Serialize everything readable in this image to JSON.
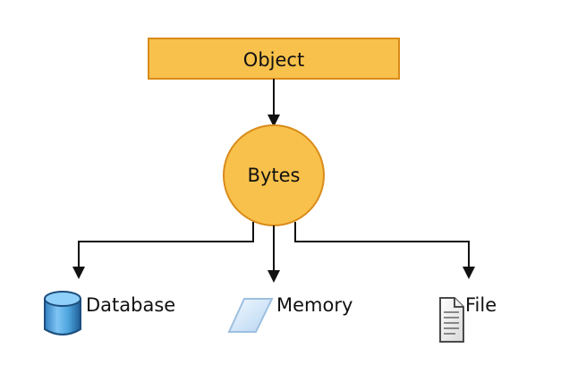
{
  "diagram": {
    "object_label": "Object",
    "bytes_label": "Bytes",
    "targets": {
      "database_label": "Database",
      "memory_label": "Memory",
      "file_label": "File"
    }
  },
  "colors": {
    "node_fill": "#f8c14b",
    "node_border": "#d98b19",
    "arrow": "#111111",
    "database_icon_fill": "#4fa6df",
    "memory_icon_fill": "#d8ebfb",
    "file_icon_fill": "#f1f1f1"
  }
}
